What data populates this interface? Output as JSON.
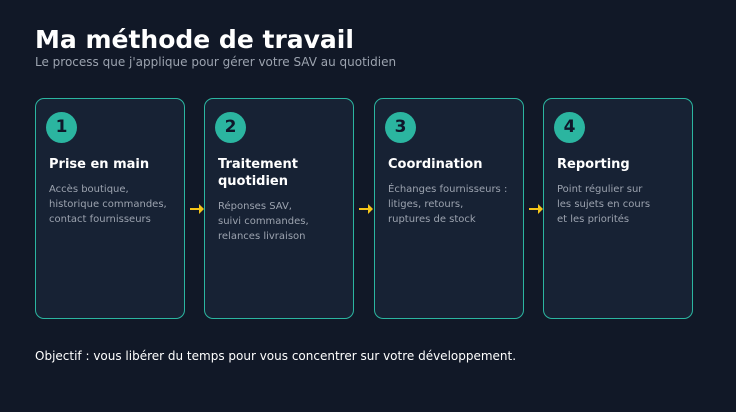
{
  "header": {
    "title": "Ma méthode de travail",
    "subtitle": "Le process que j'applique pour gérer votre SAV au quotidien"
  },
  "steps": [
    {
      "number": "1",
      "title": "Prise en main",
      "description": "Accès boutique,\nhistorique commandes,\ncontact fournisseurs"
    },
    {
      "number": "2",
      "title": "Traitement quotidien",
      "description": "Réponses SAV,\nsuivi commandes,\nrelances livraison"
    },
    {
      "number": "3",
      "title": "Coordination",
      "description": "Échanges fournisseurs :\nlitiges, retours,\nruptures de stock"
    },
    {
      "number": "4",
      "title": "Reporting",
      "description": "Point régulier sur\nles sujets en cours\net les priorités"
    }
  ],
  "footer": {
    "objective": "Objectif : vous libérer du temps pour vous concentrer sur votre développement."
  },
  "colors": {
    "background": "#111827",
    "card_background": "#172234",
    "accent": "#2bb5a0",
    "arrow": "#f5c518",
    "muted_text": "#9ca3af"
  },
  "icons": {
    "connector": "arrow-right-icon"
  }
}
